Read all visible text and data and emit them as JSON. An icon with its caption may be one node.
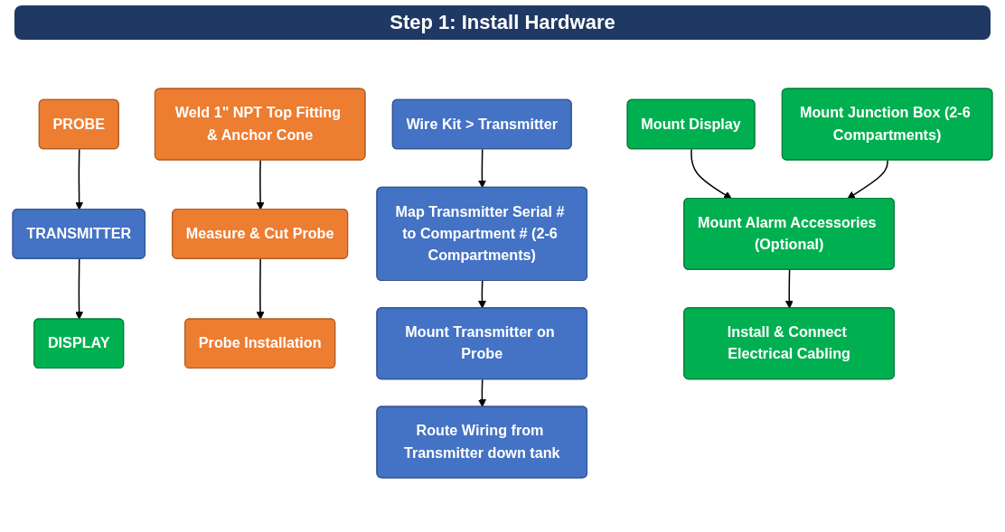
{
  "diagram": {
    "title": "Step 1: Install Hardware",
    "nodes": [
      {
        "text": [
          "PROBE"
        ]
      },
      {
        "text": [
          "TRANSMITTER"
        ]
      },
      {
        "text": [
          "DISPLAY"
        ]
      },
      {
        "text": [
          "Weld 1\" NPT Top Fitting & Anchor Cone"
        ]
      },
      {
        "text": [
          "Measure & Cut Probe"
        ]
      },
      {
        "text": [
          "Probe Installation"
        ]
      },
      {
        "text": [
          "Wire Kit > Transmitter"
        ]
      },
      {
        "text": [
          "Map Transmitter Serial # to Compartment # (2-6 Compartments)"
        ]
      },
      {
        "text": [
          "Mount Transmitter on Probe"
        ]
      },
      {
        "text": [
          "Route Wiring from Transmitter down tank"
        ]
      },
      {
        "text": [
          "Mount Display"
        ]
      },
      {
        "text": [
          "Mount Junction Box (2-6 Compartments)"
        ]
      },
      {
        "text": [
          "Mount Alarm Accessories (Optional)"
        ]
      },
      {
        "text": [
          "Install & Connect Electrical Cabling"
        ]
      }
    ],
    "edges": [
      {
        "from": 0,
        "to": 1,
        "arrow": "to"
      },
      {
        "from": 1,
        "to": 2,
        "arrow": "to"
      },
      {
        "from": 3,
        "to": 4,
        "arrow": "to"
      },
      {
        "from": 4,
        "to": 5,
        "arrow": "to"
      },
      {
        "from": 6,
        "to": 7,
        "arrow": "to"
      },
      {
        "from": 7,
        "to": 8,
        "arrow": "to"
      },
      {
        "from": 8,
        "to": 9,
        "arrow": "to"
      },
      {
        "from": 10,
        "to": 12,
        "arrow": "to"
      },
      {
        "from": 11,
        "to": 12,
        "arrow": "to"
      },
      {
        "from": 12,
        "to": 13,
        "arrow": "to"
      }
    ]
  }
}
